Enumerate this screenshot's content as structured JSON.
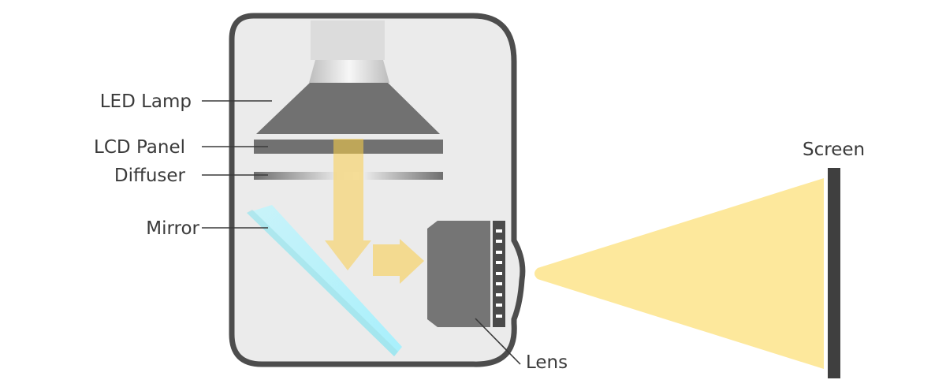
{
  "title": "LCD projector diagram",
  "labels": {
    "led_lamp": "LED Lamp",
    "lcd_panel": "LCD Panel",
    "diffuser": "Diffuser",
    "mirror": "Mirror",
    "lens": "Lens",
    "screen": "Screen"
  },
  "colors": {
    "housing_outline": "#4d4d4d",
    "housing_fill": "#ebebeb",
    "component_gray": "#717171",
    "light_beam": "#f5dd8c",
    "projected_light": "#fde89c",
    "mirror": "#b8f1fb",
    "screen": "#3f3f3f"
  }
}
